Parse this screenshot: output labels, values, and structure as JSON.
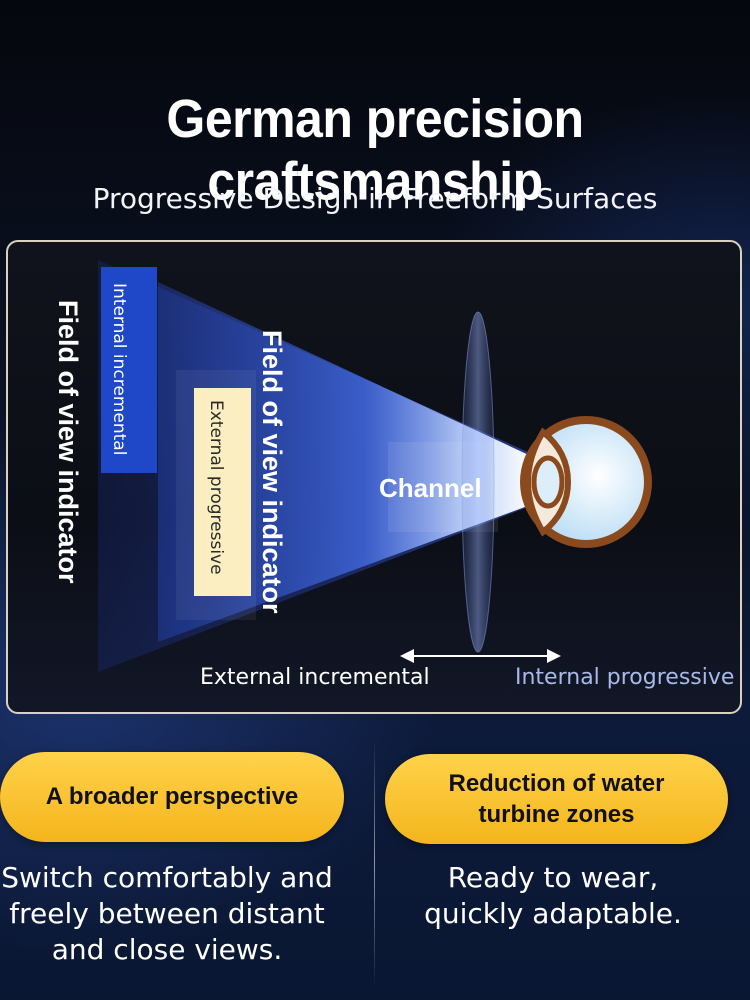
{
  "header": {
    "title": "German precision craftsmanship",
    "subtitle": "Progressive Design in Freeform Surfaces"
  },
  "diagram": {
    "field_label_left": "Field of view indicator",
    "field_label_right": "Field of view indicator",
    "internal_incremental": "Internal incremental",
    "external_progressive": "External progressive",
    "channel": "Channel",
    "external_incremental": "External incremental",
    "internal_progressive": "Internal progressive",
    "colors": {
      "beam": "#3a66ff",
      "blue_box": "#1f48c9",
      "cream_box": "#fbefc2",
      "eye_outline": "#8a4a1e"
    }
  },
  "features": [
    {
      "badge": "A broader perspective",
      "description": "Switch comfortably and freely between distant and close views."
    },
    {
      "badge": "Reduction of water turbine zones",
      "description": "Ready to wear, quickly adaptable."
    }
  ],
  "accent_color": "#f7bf28"
}
